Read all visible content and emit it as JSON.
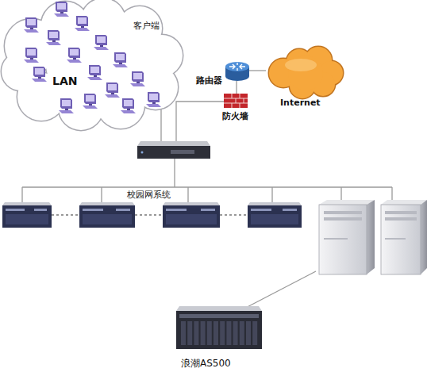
{
  "diagram": {
    "nodes": [
      {
        "text": [
          "客户端",
          "LAN"
        ]
      },
      {
        "text": [
          "路由器"
        ]
      },
      {
        "text": [
          "Internet"
        ]
      },
      {
        "text": [
          "防火墙"
        ]
      },
      {
        "text": [
          "浪潮AS500"
        ]
      }
    ],
    "edges": [
      {
        "from": 1,
        "to": 2,
        "arrow": "none"
      },
      {
        "from": 1,
        "to": 3,
        "arrow": "none"
      }
    ],
    "labels": [
      "校园网系统"
    ]
  }
}
